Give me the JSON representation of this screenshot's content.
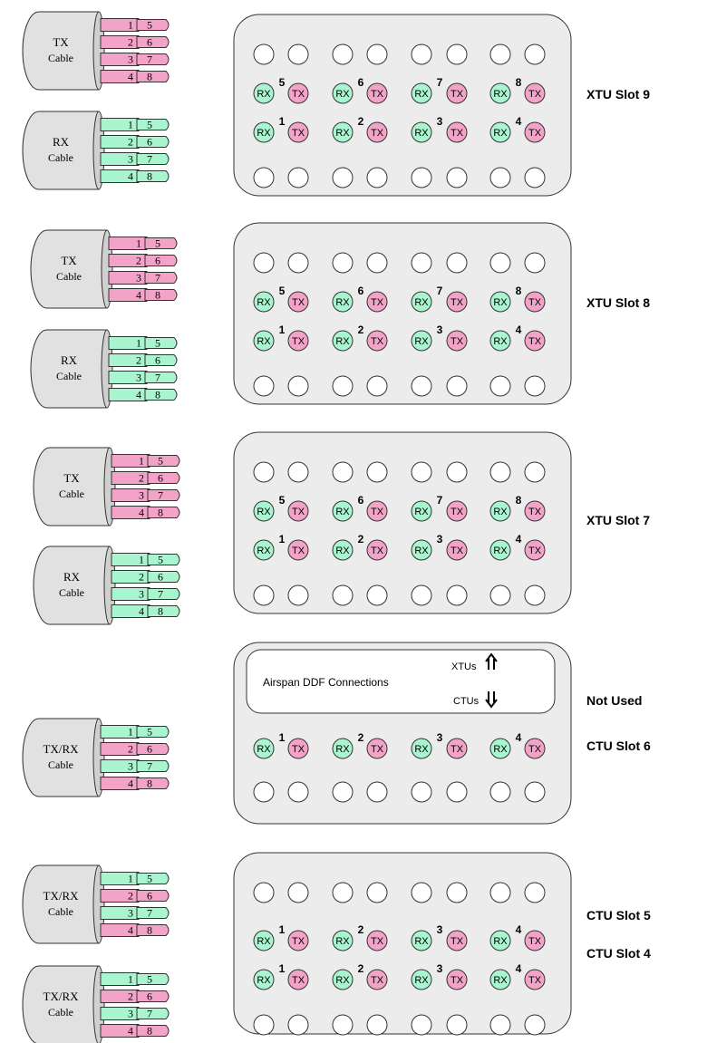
{
  "colors": {
    "tx": "#f4a3c8",
    "rx": "#a8f5cf",
    "panel": "#ececec",
    "cable": "#e1e1e1",
    "stroke": "#333333"
  },
  "legend_labels": {
    "rx": "RX",
    "tx": "TX"
  },
  "separator": {
    "label": "Airspan DDF Connections",
    "up_label": "XTUs",
    "down_label": "CTUs",
    "up_icon": "up-arrow-icon",
    "down_icon": "down-arrow-icon"
  },
  "cables": [
    {
      "label": [
        "TX",
        "Cable"
      ],
      "colors": [
        "tx",
        "tx",
        "tx",
        "tx"
      ],
      "pairs": [
        [
          "1",
          "5"
        ],
        [
          "2",
          "6"
        ],
        [
          "3",
          "7"
        ],
        [
          "4",
          "8"
        ]
      ]
    },
    {
      "label": [
        "RX",
        "Cable"
      ],
      "colors": [
        "rx",
        "rx",
        "rx",
        "rx"
      ],
      "pairs": [
        [
          "1",
          "5"
        ],
        [
          "2",
          "6"
        ],
        [
          "3",
          "7"
        ],
        [
          "4",
          "8"
        ]
      ]
    },
    {
      "label": [
        "TX",
        "Cable"
      ],
      "colors": [
        "tx",
        "tx",
        "tx",
        "tx"
      ],
      "pairs": [
        [
          "1",
          "5"
        ],
        [
          "2",
          "6"
        ],
        [
          "3",
          "7"
        ],
        [
          "4",
          "8"
        ]
      ]
    },
    {
      "label": [
        "RX",
        "Cable"
      ],
      "colors": [
        "rx",
        "rx",
        "rx",
        "rx"
      ],
      "pairs": [
        [
          "1",
          "5"
        ],
        [
          "2",
          "6"
        ],
        [
          "3",
          "7"
        ],
        [
          "4",
          "8"
        ]
      ]
    },
    {
      "label": [
        "TX",
        "Cable"
      ],
      "colors": [
        "tx",
        "tx",
        "tx",
        "tx"
      ],
      "pairs": [
        [
          "1",
          "5"
        ],
        [
          "2",
          "6"
        ],
        [
          "3",
          "7"
        ],
        [
          "4",
          "8"
        ]
      ]
    },
    {
      "label": [
        "RX",
        "Cable"
      ],
      "colors": [
        "rx",
        "rx",
        "rx",
        "rx"
      ],
      "pairs": [
        [
          "1",
          "5"
        ],
        [
          "2",
          "6"
        ],
        [
          "3",
          "7"
        ],
        [
          "4",
          "8"
        ]
      ]
    },
    {
      "label": [
        "TX/RX",
        "Cable"
      ],
      "colors": [
        "rx",
        "tx",
        "rx",
        "tx"
      ],
      "pairs": [
        [
          "1",
          "5"
        ],
        [
          "2",
          "6"
        ],
        [
          "3",
          "7"
        ],
        [
          "4",
          "8"
        ]
      ]
    },
    {
      "label": [
        "TX/RX",
        "Cable"
      ],
      "colors": [
        "rx",
        "tx",
        "rx",
        "tx"
      ],
      "pairs": [
        [
          "1",
          "5"
        ],
        [
          "2",
          "6"
        ],
        [
          "3",
          "7"
        ],
        [
          "4",
          "8"
        ]
      ]
    },
    {
      "label": [
        "TX/RX",
        "Cable"
      ],
      "colors": [
        "rx",
        "tx",
        "rx",
        "tx"
      ],
      "pairs": [
        [
          "1",
          "5"
        ],
        [
          "2",
          "6"
        ],
        [
          "3",
          "7"
        ],
        [
          "4",
          "8"
        ]
      ]
    }
  ],
  "panels": [
    {
      "rows": [
        {
          "type": "empty"
        },
        {
          "type": "pairs",
          "numbers": [
            "5",
            "6",
            "7",
            "8"
          ]
        },
        {
          "type": "pairs",
          "numbers": [
            "1",
            "2",
            "3",
            "4"
          ]
        },
        {
          "type": "empty"
        }
      ]
    },
    {
      "rows": [
        {
          "type": "empty"
        },
        {
          "type": "pairs",
          "numbers": [
            "5",
            "6",
            "7",
            "8"
          ]
        },
        {
          "type": "pairs",
          "numbers": [
            "1",
            "2",
            "3",
            "4"
          ]
        },
        {
          "type": "empty"
        }
      ]
    },
    {
      "rows": [
        {
          "type": "empty"
        },
        {
          "type": "pairs",
          "numbers": [
            "5",
            "6",
            "7",
            "8"
          ]
        },
        {
          "type": "pairs",
          "numbers": [
            "1",
            "2",
            "3",
            "4"
          ]
        },
        {
          "type": "empty"
        }
      ]
    },
    {
      "rows": [
        {
          "type": "separator"
        },
        {
          "type": "pairs",
          "numbers": [
            "1",
            "2",
            "3",
            "4"
          ]
        },
        {
          "type": "empty"
        }
      ]
    },
    {
      "rows": [
        {
          "type": "empty"
        },
        {
          "type": "pairs",
          "numbers": [
            "1",
            "2",
            "3",
            "4"
          ]
        },
        {
          "type": "pairs",
          "numbers": [
            "1",
            "2",
            "3",
            "4"
          ]
        },
        {
          "type": "empty"
        }
      ]
    }
  ],
  "slot_labels": [
    "XTU Slot 9",
    "XTU Slot 8",
    "XTU Slot 7",
    "Not Used",
    "CTU Slot 6",
    "CTU Slot 5",
    "CTU Slot 4"
  ]
}
